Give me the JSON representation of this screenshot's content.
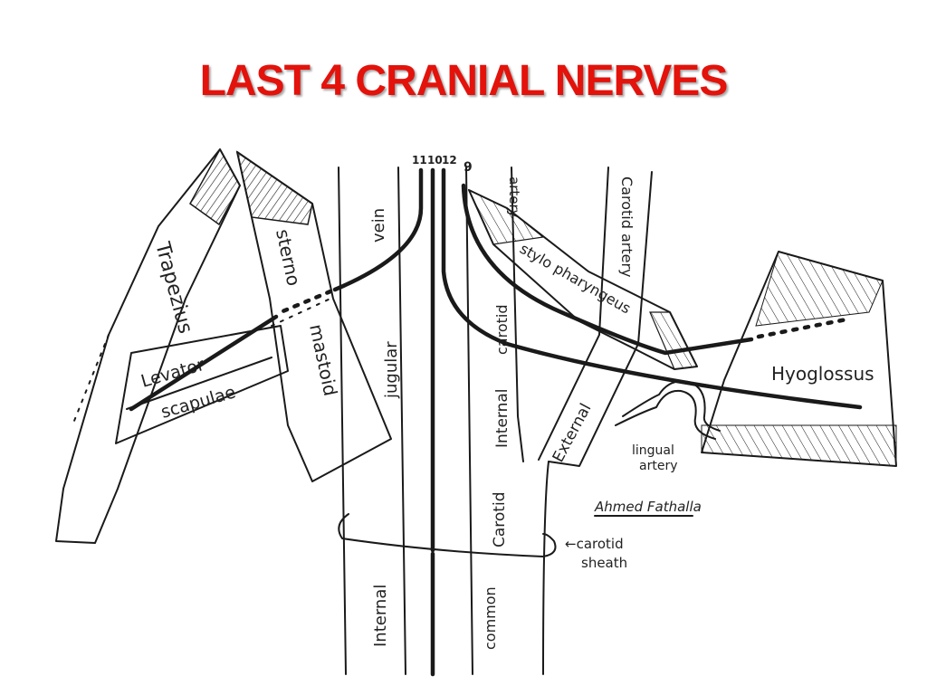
{
  "title": "LAST 4 CRANIAL NERVES",
  "colors": {
    "title": "#e3120b",
    "ink": "#1a1a1a",
    "background": "#ffffff"
  },
  "nerve_numbers": {
    "n11": "11",
    "n10": "10",
    "n12": "12",
    "n9": "9"
  },
  "labels": {
    "trapezius": "Trapezius",
    "sternomastoid_upper": "sterno",
    "sternomastoid_lower": "mastoid",
    "levator": "Levator",
    "scapulae": "scapulae",
    "vein": "vein",
    "jugular": "jugular",
    "internal_left": "Internal",
    "artery_top": "artery",
    "carotid_internal": "carotid",
    "internal_mid": "Internal",
    "stylopharyngeus": "stylo pharyngeus",
    "carotid_artery_ext": "Carotid artery",
    "external": "External",
    "hyoglossus": "Hyoglossus",
    "lingual": "lingual",
    "lingual_artery": "artery",
    "signature": "Ahmed Fathalla",
    "carotid_common": "Carotid",
    "common": "common",
    "carotid_sheath_1": "←carotid",
    "carotid_sheath_2": "sheath"
  }
}
